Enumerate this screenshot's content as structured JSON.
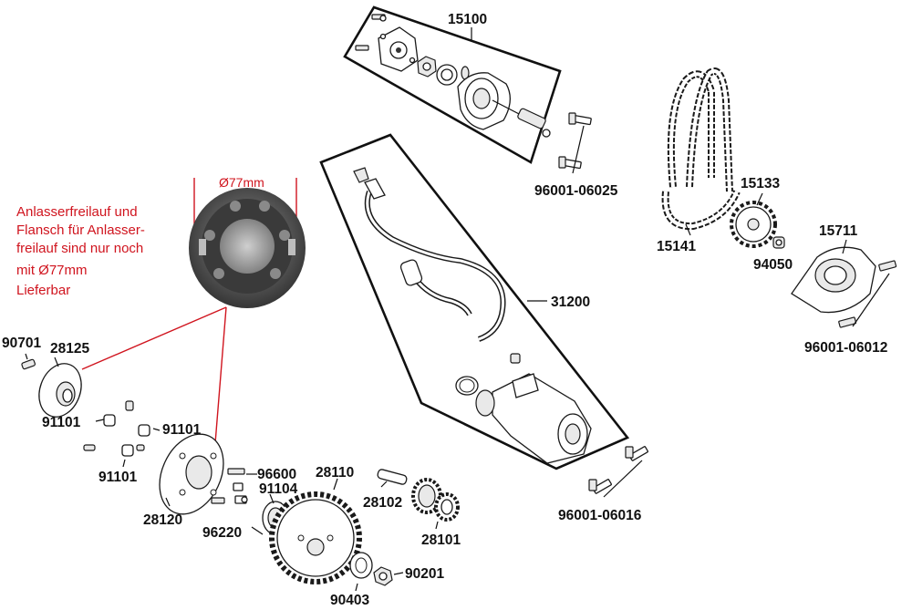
{
  "diagram": {
    "note_lines": [
      "Anlasserfreilauf und",
      "Flansch für Anlasser-",
      "freilauf sind nur noch",
      "mit Ø77mm",
      "Lieferbar"
    ],
    "diameter_label": "Ø77mm",
    "parts": {
      "p15100": "15100",
      "p96001_06025": "96001-06025",
      "p15133": "15133",
      "p15711": "15711",
      "p15141": "15141",
      "p94050": "94050",
      "p96001_06012": "96001-06012",
      "p31200": "31200",
      "p90701": "90701",
      "p28125": "28125",
      "p91101_a": "91101",
      "p91101_b": "91101",
      "p91101_c": "91101",
      "p96600": "96600",
      "p28110": "28110",
      "p91104": "91104",
      "p28102": "28102",
      "p28120": "28120",
      "p96220": "96220",
      "p28101": "28101",
      "p96001_06016": "96001-06016",
      "p90201": "90201",
      "p90403": "90403"
    },
    "colors": {
      "note": "#d0141e",
      "lines": "#111111"
    }
  }
}
